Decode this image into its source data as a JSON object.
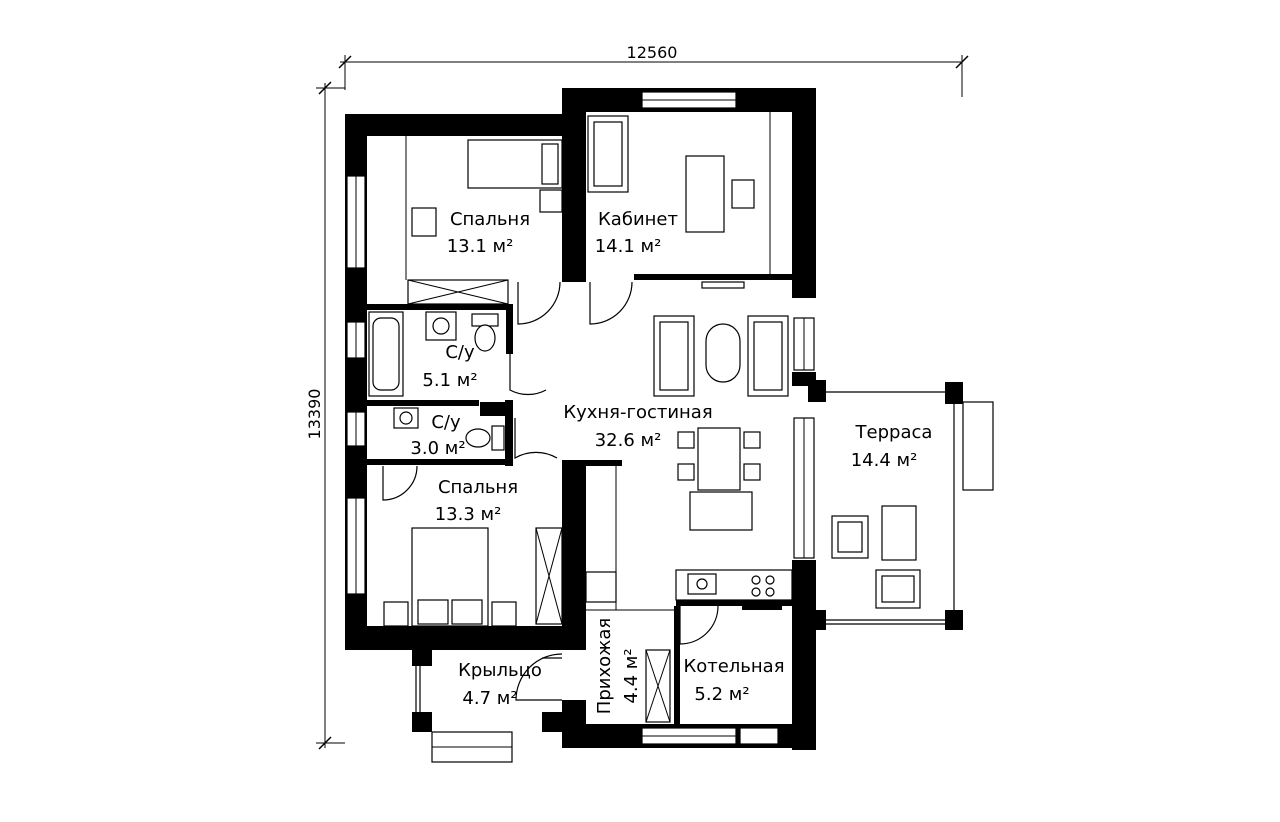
{
  "dimensions": {
    "width": "12560",
    "height": "13390"
  },
  "area_unit": "м²",
  "rooms": [
    {
      "id": "bedroom-1",
      "name": "Спальня",
      "area": "13.1 м²"
    },
    {
      "id": "office",
      "name": "Кабинет",
      "area": "14.1 м²"
    },
    {
      "id": "bathroom-1",
      "name": "С/у",
      "area": "5.1 м²"
    },
    {
      "id": "bathroom-2",
      "name": "С/у",
      "area": "3.0 м²"
    },
    {
      "id": "kitchen-living",
      "name": "Кухня-гостиная",
      "area": "32.6 м²"
    },
    {
      "id": "terrace",
      "name": "Терраса",
      "area": "14.4 м²"
    },
    {
      "id": "bedroom-2",
      "name": "Спальня",
      "area": "13.3 м²"
    },
    {
      "id": "porch",
      "name": "Крыльцо",
      "area": "4.7 м²"
    },
    {
      "id": "hallway",
      "name": "Прихожая",
      "area": "4.4 м²"
    },
    {
      "id": "boiler-room",
      "name": "Котельная",
      "area": "5.2 м²"
    }
  ]
}
